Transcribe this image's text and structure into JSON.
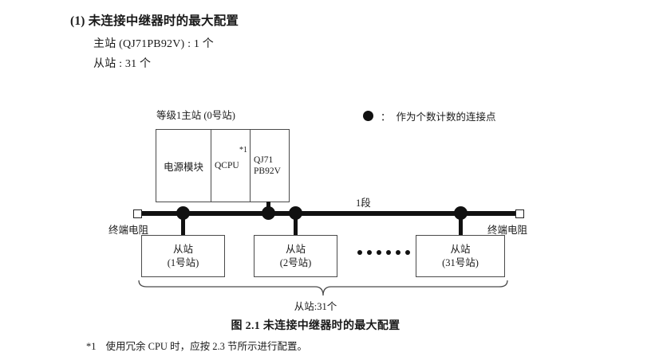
{
  "heading": {
    "number": "(1)",
    "title": "未连接中继器时的最大配置"
  },
  "specs": [
    "主站 (QJ71PB92V) : 1 个",
    "从站 : 31 个"
  ],
  "legend": {
    "symbol": "filled-circle",
    "colon": "：",
    "text": "作为个数计数的连接点"
  },
  "diagram": {
    "rack_title": "等级1主站 (0号站)",
    "rack_cells": [
      {
        "label": "电源模块"
      },
      {
        "label": "QCPU",
        "superscript": "*1"
      },
      {
        "line1": "QJ71",
        "line2": "PB92V"
      }
    ],
    "segment_label": "1段",
    "terminator_left_label": "终端电阻",
    "terminator_right_label": "终端电阻",
    "slaves": [
      {
        "line1": "从站",
        "line2": "(1号站)"
      },
      {
        "line1": "从站",
        "line2": "(2号站)"
      },
      {
        "line1": "从站",
        "line2": "(31号站)"
      }
    ],
    "ellipsis_count": 6,
    "brace_label": "从站:31个"
  },
  "caption": "图 2.1  未连接中继器时的最大配置",
  "footnote": {
    "mark": "*1",
    "text": "使用冗余 CPU 时，应按 2.3 节所示进行配置。"
  },
  "colors": {
    "ink": "#1a1a1a",
    "line": "#4a4a4a",
    "bus": "#111111",
    "paper": "#ffffff"
  }
}
